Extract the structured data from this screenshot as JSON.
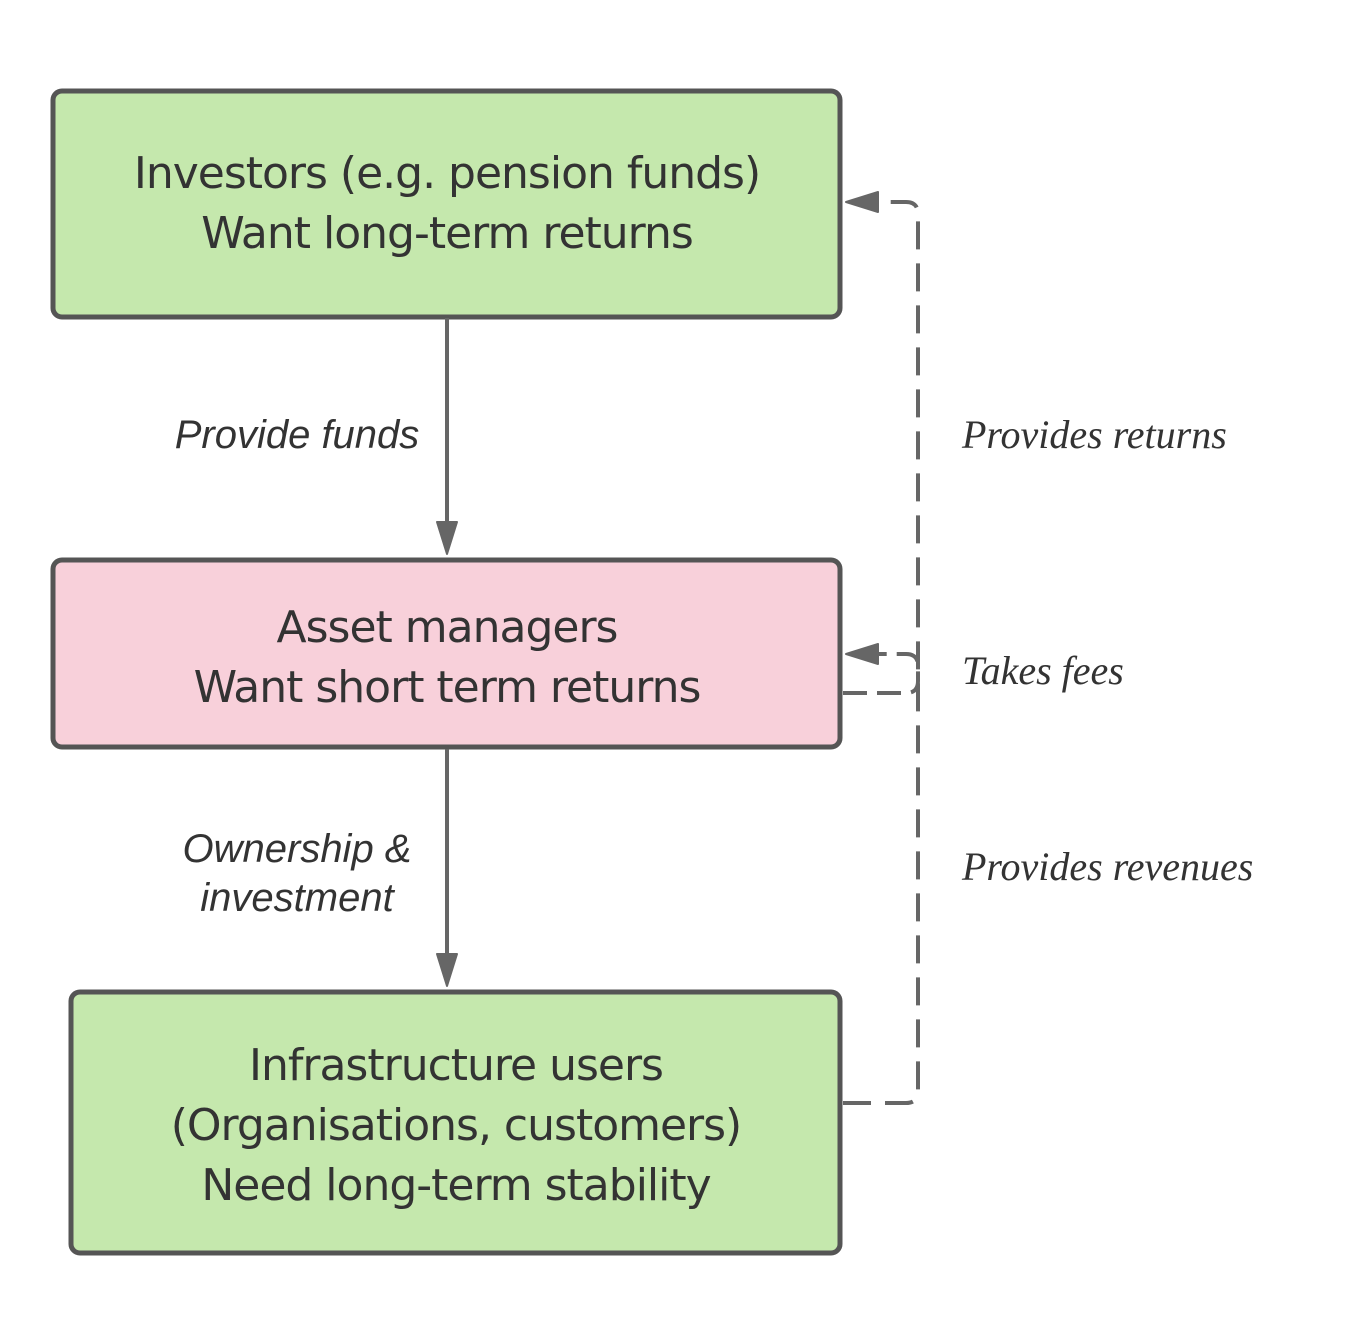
{
  "nodes": {
    "investors": {
      "lines": [
        "Investors (e.g. pension funds)",
        "Want long-term returns"
      ],
      "fill": "#c5e8ad"
    },
    "asset_managers": {
      "lines": [
        "Asset managers",
        "Want short term returns"
      ],
      "fill": "#f8d0da"
    },
    "infrastructure_users": {
      "lines": [
        "Infrastructure users",
        "(Organisations, customers)",
        "Need long-term stability"
      ],
      "fill": "#c5e8ad"
    }
  },
  "edges": {
    "provide_funds": {
      "label": "Provide funds"
    },
    "ownership_investment": {
      "lines": [
        "Ownership &",
        "investment"
      ]
    },
    "provides_returns": {
      "label": "Provides returns"
    },
    "takes_fees": {
      "label": "Takes fees"
    },
    "provides_revenues": {
      "label": "Provides revenues"
    }
  },
  "colors": {
    "border": "#555555",
    "edge": "#666666",
    "text": "#333333"
  }
}
